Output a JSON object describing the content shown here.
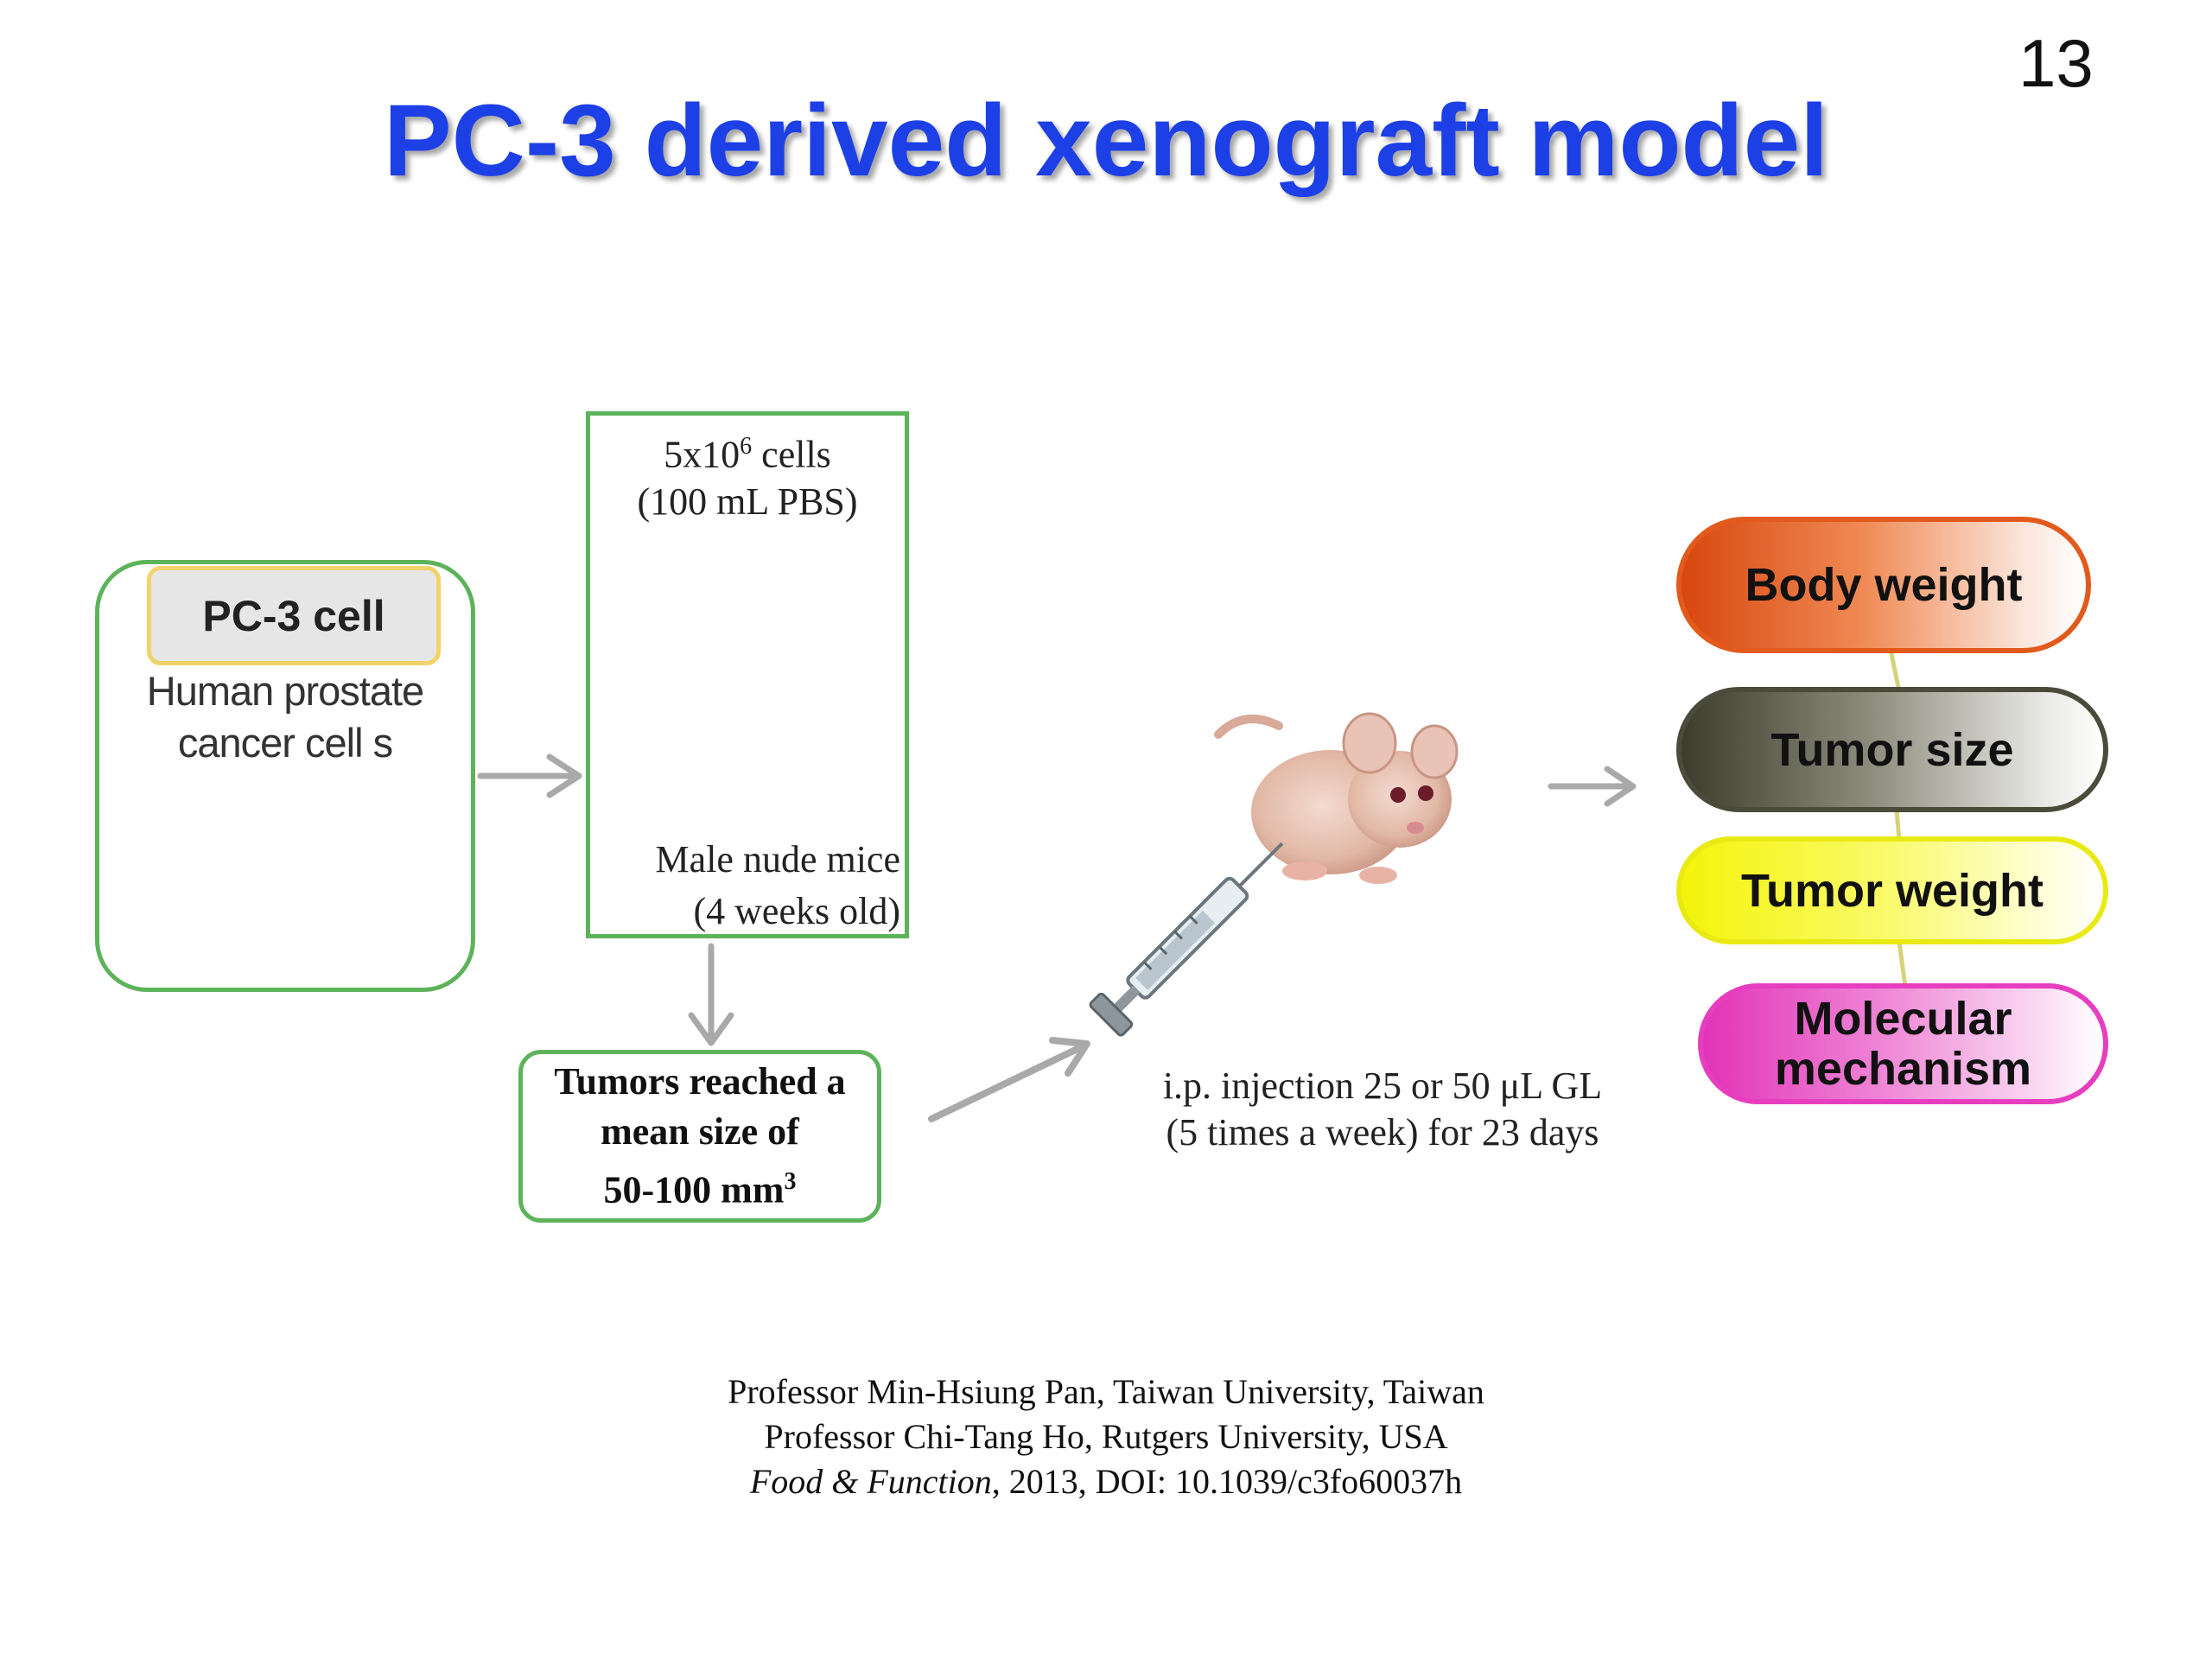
{
  "slide": {
    "page_number": "13",
    "title": "PC-3 derived xenograft model"
  },
  "pc3": {
    "label": "PC-3 cell",
    "desc_line1": "Human prostate",
    "desc_line2": "cancer cell s"
  },
  "inoculation": {
    "cells_base": "5x10",
    "cells_exp": "6",
    "cells_unit": " cells",
    "volume": "(100 mL PBS)",
    "mice_line1": "Male nude mice",
    "mice_line2": "(4 weeks old)"
  },
  "tumors": {
    "line1": "Tumors reached a",
    "line2": "mean size of",
    "line3_base": "50-100 mm",
    "line3_exp": "3"
  },
  "injection": {
    "line1": "i.p. injection  25 or 50 μL GL",
    "line2": "(5 times a week) for 23 days"
  },
  "outcomes": {
    "body_weight": "Body weight",
    "tumor_size": "Tumor size",
    "tumor_weight": "Tumor weight",
    "molecular_line1": "Molecular",
    "molecular_line2": "mechanism"
  },
  "citation": {
    "line1": "Professor Min-Hsiung Pan, Taiwan University, Taiwan",
    "line2": "Professor Chi-Tang Ho, Rutgers University, USA",
    "journal": "Food & Function",
    "line3_rest": ", 2013, DOI: 10.1039/c3fo60037h"
  },
  "colors": {
    "title": "#1d3fe6",
    "box_border": "#5db35a",
    "arrow": "#a9a9a9",
    "body_weight": "#e25a1c",
    "tumor_size": "#4b4b3c",
    "tumor_weight": "#e9ea14",
    "molecular": "#e63ebf"
  }
}
